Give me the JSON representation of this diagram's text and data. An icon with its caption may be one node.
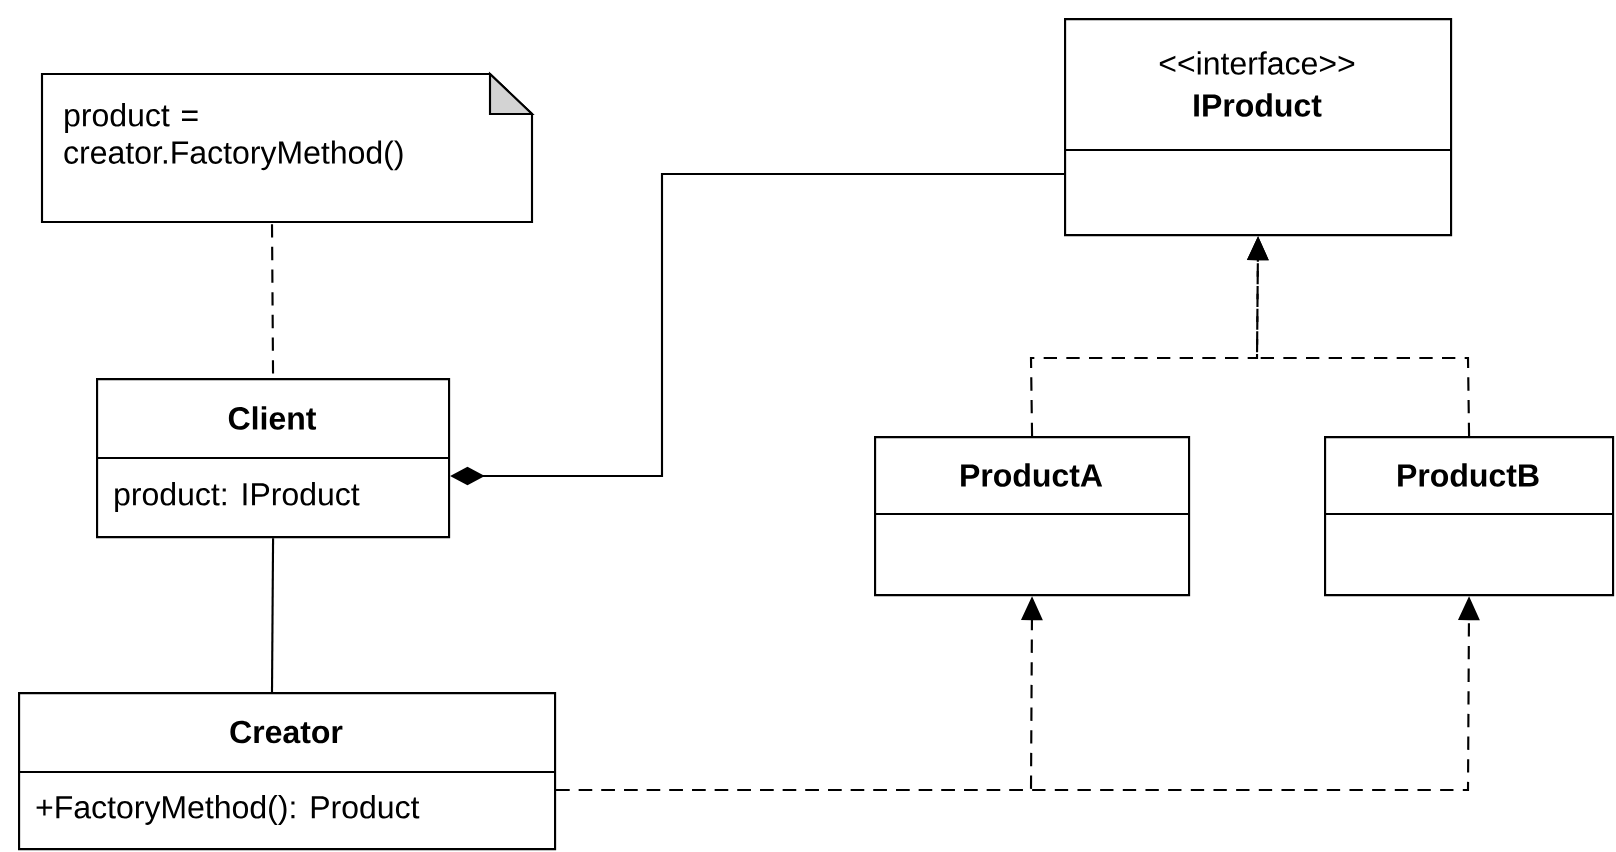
{
  "diagram": {
    "nodes": [
      {
        "text": [
          "product = creator.FactoryMethod()"
        ]
      },
      {
        "text": [
          "<<interface>>",
          "IProduct"
        ]
      },
      {
        "text": [
          "Client",
          "product: IProduct"
        ]
      },
      {
        "text": [
          "ProductA"
        ]
      },
      {
        "text": [
          "ProductB"
        ]
      },
      {
        "text": [
          "Creator",
          "+FactoryMethod(): Product"
        ]
      }
    ],
    "edges": [
      {
        "from": 0,
        "to": 2,
        "arrow": "none",
        "style": "dashed"
      },
      {
        "from": 1,
        "to": 2,
        "arrow": "other"
      },
      {
        "from": 3,
        "to": 1,
        "arrow": "to",
        "style": "dashed"
      },
      {
        "from": 4,
        "to": 1,
        "arrow": "to",
        "style": "dashed"
      },
      {
        "from": 2,
        "to": 5,
        "arrow": "none"
      },
      {
        "from": 5,
        "to": 3,
        "arrow": "to",
        "style": "dashed"
      },
      {
        "from": 5,
        "to": 4,
        "arrow": "to",
        "style": "dashed"
      }
    ]
  }
}
